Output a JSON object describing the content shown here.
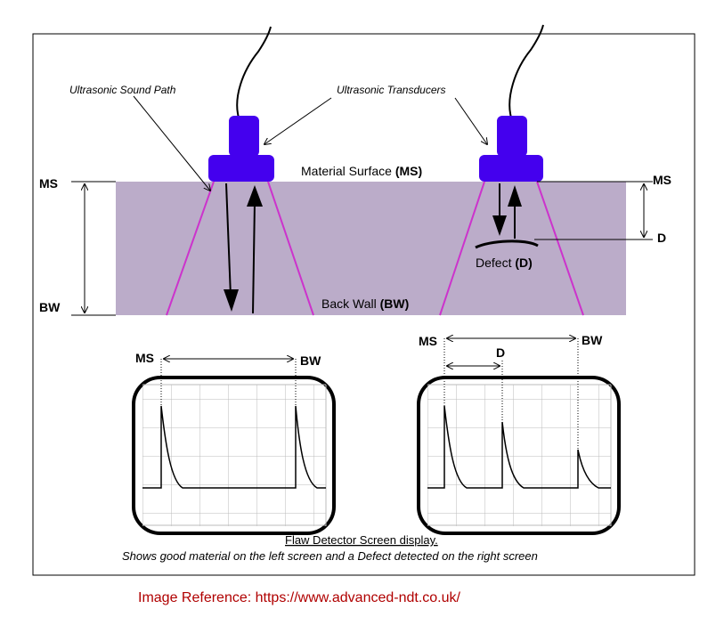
{
  "labels": {
    "sound_path": "Ultrasonic Sound Path",
    "transducers": "Ultrasonic Transducers",
    "material_surface": "Material Surface ",
    "material_surface_abbr": "(MS)",
    "back_wall": "Back Wall ",
    "back_wall_abbr": "(BW)",
    "defect": "Defect ",
    "defect_abbr": "(D)",
    "ms_left": "MS",
    "bw_left": "BW",
    "ms_right": "MS",
    "d_right": "D",
    "screen_left_ms": "MS",
    "screen_left_bw": "BW",
    "screen_right_ms": "MS",
    "screen_right_d": "D",
    "screen_right_bw": "BW"
  },
  "caption": {
    "line1": "Flaw Detector Screen display.",
    "line2": "Shows good material on the left screen and a Defect detected on the right screen"
  },
  "reference": "Image Reference: https://www.advanced-ndt.co.uk/",
  "colors": {
    "material": "#bbacc9",
    "transducer": "#4400ee",
    "beam": "#cc33cc",
    "reference_text": "#b00000"
  },
  "icons": [
    "transducer-icon",
    "transducer-icon"
  ]
}
